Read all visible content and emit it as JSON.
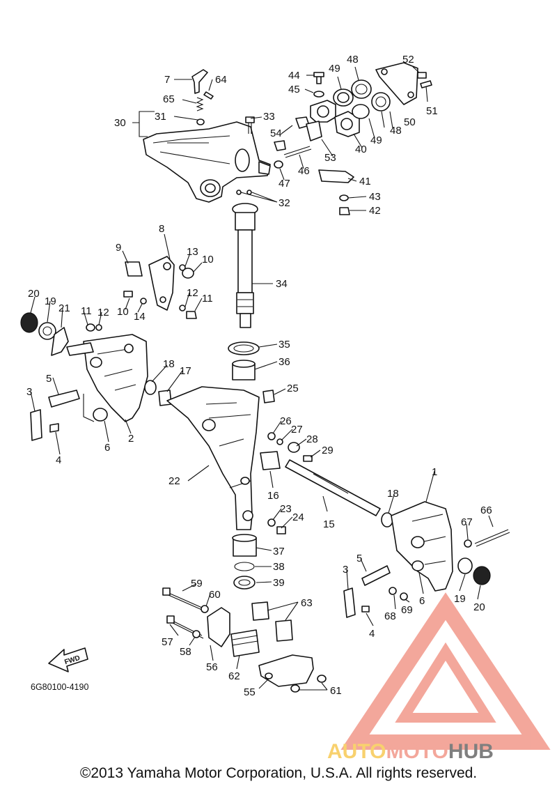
{
  "diagram": {
    "drawing_code": "6G80100-4190",
    "fwd_label": "FWD",
    "copyright": "©2013 Yamaha Motor Corporation, U.S.A. All rights reserved."
  },
  "watermark": {
    "part1": "AUTO",
    "part2": "MOTO",
    "part3": "HUB",
    "colors": {
      "auto": "#f6c23e",
      "moto": "#f08a7a",
      "hub": "#555555",
      "logo": "#f08a7a"
    }
  },
  "callouts": [
    {
      "n": "7"
    },
    {
      "n": "64"
    },
    {
      "n": "65"
    },
    {
      "n": "31"
    },
    {
      "n": "30"
    },
    {
      "n": "33"
    },
    {
      "n": "44"
    },
    {
      "n": "49"
    },
    {
      "n": "48"
    },
    {
      "n": "52"
    },
    {
      "n": "45"
    },
    {
      "n": "51"
    },
    {
      "n": "48"
    },
    {
      "n": "50"
    },
    {
      "n": "49"
    },
    {
      "n": "40"
    },
    {
      "n": "54"
    },
    {
      "n": "53"
    },
    {
      "n": "46"
    },
    {
      "n": "47"
    },
    {
      "n": "41"
    },
    {
      "n": "43"
    },
    {
      "n": "42"
    },
    {
      "n": "32"
    },
    {
      "n": "8"
    },
    {
      "n": "9"
    },
    {
      "n": "13"
    },
    {
      "n": "10"
    },
    {
      "n": "34"
    },
    {
      "n": "12"
    },
    {
      "n": "11"
    },
    {
      "n": "10"
    },
    {
      "n": "14"
    },
    {
      "n": "20"
    },
    {
      "n": "19"
    },
    {
      "n": "21"
    },
    {
      "n": "11"
    },
    {
      "n": "12"
    },
    {
      "n": "35"
    },
    {
      "n": "36"
    },
    {
      "n": "18"
    },
    {
      "n": "17"
    },
    {
      "n": "25"
    },
    {
      "n": "5"
    },
    {
      "n": "3"
    },
    {
      "n": "6"
    },
    {
      "n": "2"
    },
    {
      "n": "4"
    },
    {
      "n": "26"
    },
    {
      "n": "27"
    },
    {
      "n": "28"
    },
    {
      "n": "29"
    },
    {
      "n": "22"
    },
    {
      "n": "16"
    },
    {
      "n": "1"
    },
    {
      "n": "18"
    },
    {
      "n": "23"
    },
    {
      "n": "24"
    },
    {
      "n": "15"
    },
    {
      "n": "66"
    },
    {
      "n": "67"
    },
    {
      "n": "37"
    },
    {
      "n": "38"
    },
    {
      "n": "5"
    },
    {
      "n": "3"
    },
    {
      "n": "39"
    },
    {
      "n": "59"
    },
    {
      "n": "60"
    },
    {
      "n": "63"
    },
    {
      "n": "6"
    },
    {
      "n": "69"
    },
    {
      "n": "68"
    },
    {
      "n": "19"
    },
    {
      "n": "20"
    },
    {
      "n": "4"
    },
    {
      "n": "57"
    },
    {
      "n": "58"
    },
    {
      "n": "56"
    },
    {
      "n": "62"
    },
    {
      "n": "55"
    },
    {
      "n": "61"
    }
  ]
}
